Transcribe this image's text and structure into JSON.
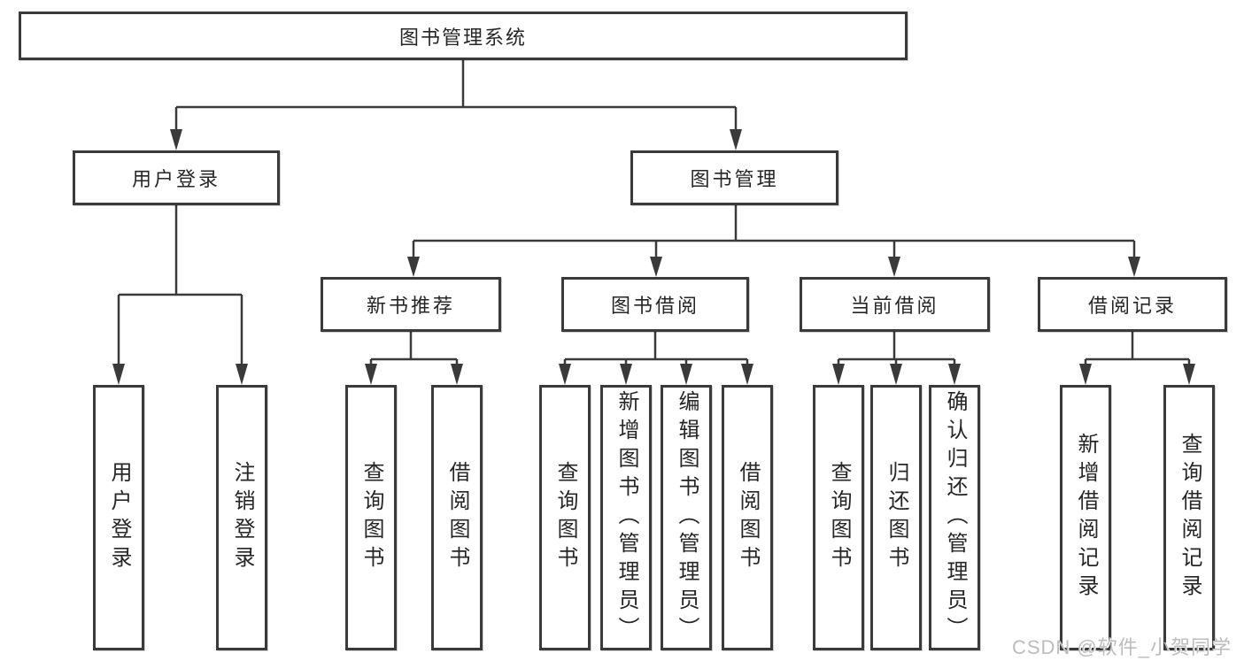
{
  "tree": {
    "label": "图书管理系统",
    "children": [
      {
        "label": "用户登录",
        "children": [
          {
            "label": "用户登录"
          },
          {
            "label": "注销登录"
          }
        ]
      },
      {
        "label": "图书管理",
        "children": [
          {
            "label": "新书推荐",
            "children": [
              {
                "label": "查询图书"
              },
              {
                "label": "借阅图书"
              }
            ]
          },
          {
            "label": "图书借阅",
            "children": [
              {
                "label": "查询图书"
              },
              {
                "label": "新增图书（管理员）"
              },
              {
                "label": "编辑图书（管理员）"
              },
              {
                "label": "借阅图书"
              }
            ]
          },
          {
            "label": "当前借阅",
            "children": [
              {
                "label": "查询图书"
              },
              {
                "label": "归还图书"
              },
              {
                "label": "确认归还（管理员）"
              }
            ]
          },
          {
            "label": "借阅记录",
            "children": [
              {
                "label": "新增借阅记录"
              },
              {
                "label": "查询借阅记录"
              }
            ]
          }
        ]
      }
    ]
  },
  "watermark": "CSDN @软件_小贺同学",
  "colors": {
    "line": "#3a3a3a",
    "text": "#262626",
    "watermark": "#bcbcbc",
    "background": "#ffffff"
  }
}
